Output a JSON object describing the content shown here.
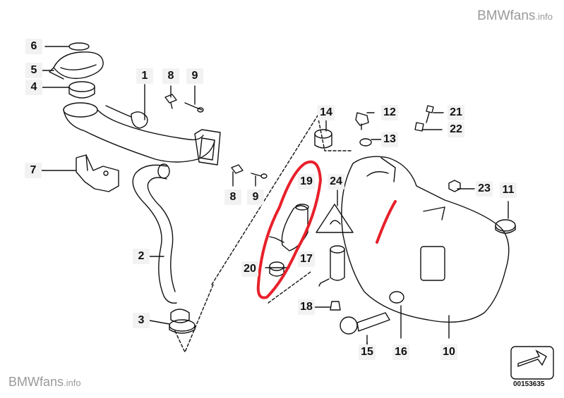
{
  "watermark": {
    "site": "BMWfans",
    "tld": ".info"
  },
  "diagram_code": "00153635",
  "parts": [
    {
      "id": "6",
      "name": "part-6-label"
    },
    {
      "id": "5",
      "name": "part-5-label"
    },
    {
      "id": "4",
      "name": "part-4-label"
    },
    {
      "id": "1",
      "name": "part-1-label"
    },
    {
      "id": "8",
      "name": "part-8-label-top"
    },
    {
      "id": "9",
      "name": "part-9-label-top"
    },
    {
      "id": "7",
      "name": "part-7-label"
    },
    {
      "id": "8",
      "name": "part-8-label-bottom"
    },
    {
      "id": "9",
      "name": "part-9-label-bottom"
    },
    {
      "id": "2",
      "name": "part-2-label"
    },
    {
      "id": "3",
      "name": "part-3-label"
    },
    {
      "id": "14",
      "name": "part-14-label"
    },
    {
      "id": "12",
      "name": "part-12-label"
    },
    {
      "id": "13",
      "name": "part-13-label"
    },
    {
      "id": "21",
      "name": "part-21-label"
    },
    {
      "id": "22",
      "name": "part-22-label"
    },
    {
      "id": "19",
      "name": "part-19-label"
    },
    {
      "id": "24",
      "name": "part-24-label"
    },
    {
      "id": "23",
      "name": "part-23-label"
    },
    {
      "id": "11",
      "name": "part-11-label"
    },
    {
      "id": "20",
      "name": "part-20-label"
    },
    {
      "id": "17",
      "name": "part-17-label"
    },
    {
      "id": "18",
      "name": "part-18-label"
    },
    {
      "id": "15",
      "name": "part-15-label"
    },
    {
      "id": "16",
      "name": "part-16-label"
    },
    {
      "id": "10",
      "name": "part-10-label"
    }
  ],
  "markup_color": "#e8202a",
  "line_color": "#111111"
}
